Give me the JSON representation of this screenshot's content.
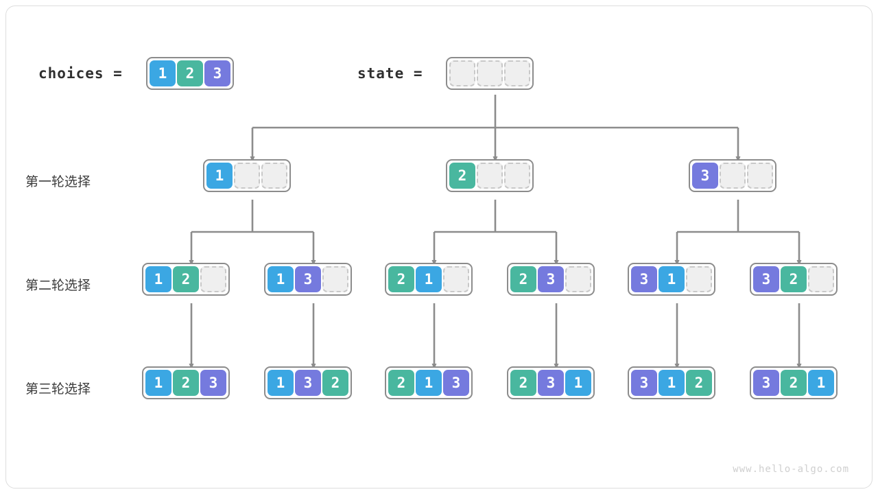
{
  "watermark": "www.hello-algo.com",
  "colors": {
    "value_1": "#3ba7e3",
    "value_2": "#49b79f",
    "value_3": "#757ade",
    "empty_fill": "#efefef",
    "empty_border": "#c8c8c8",
    "box_border": "#8c8c8c",
    "wire": "#8c8c8c",
    "frame_border": "#dddddd",
    "label_text": "#3c3c3c"
  },
  "header": {
    "choices_label": "choices  =",
    "choices_values": [
      "1",
      "2",
      "3"
    ],
    "state_label": "state  =",
    "state_values": [
      "",
      "",
      ""
    ]
  },
  "rows": [
    {
      "label": "第一轮选择",
      "nodes": [
        {
          "values": [
            "1",
            "",
            ""
          ]
        },
        {
          "values": [
            "2",
            "",
            ""
          ]
        },
        {
          "values": [
            "3",
            "",
            ""
          ]
        }
      ]
    },
    {
      "label": "第二轮选择",
      "nodes": [
        {
          "values": [
            "1",
            "2",
            ""
          ]
        },
        {
          "values": [
            "1",
            "3",
            ""
          ]
        },
        {
          "values": [
            "2",
            "1",
            ""
          ]
        },
        {
          "values": [
            "2",
            "3",
            ""
          ]
        },
        {
          "values": [
            "3",
            "1",
            ""
          ]
        },
        {
          "values": [
            "3",
            "2",
            ""
          ]
        }
      ]
    },
    {
      "label": "第三轮选择",
      "nodes": [
        {
          "values": [
            "1",
            "2",
            "3"
          ]
        },
        {
          "values": [
            "1",
            "3",
            "2"
          ]
        },
        {
          "values": [
            "2",
            "1",
            "3"
          ]
        },
        {
          "values": [
            "2",
            "3",
            "1"
          ]
        },
        {
          "values": [
            "3",
            "1",
            "2"
          ]
        },
        {
          "values": [
            "3",
            "2",
            "1"
          ]
        }
      ]
    }
  ]
}
